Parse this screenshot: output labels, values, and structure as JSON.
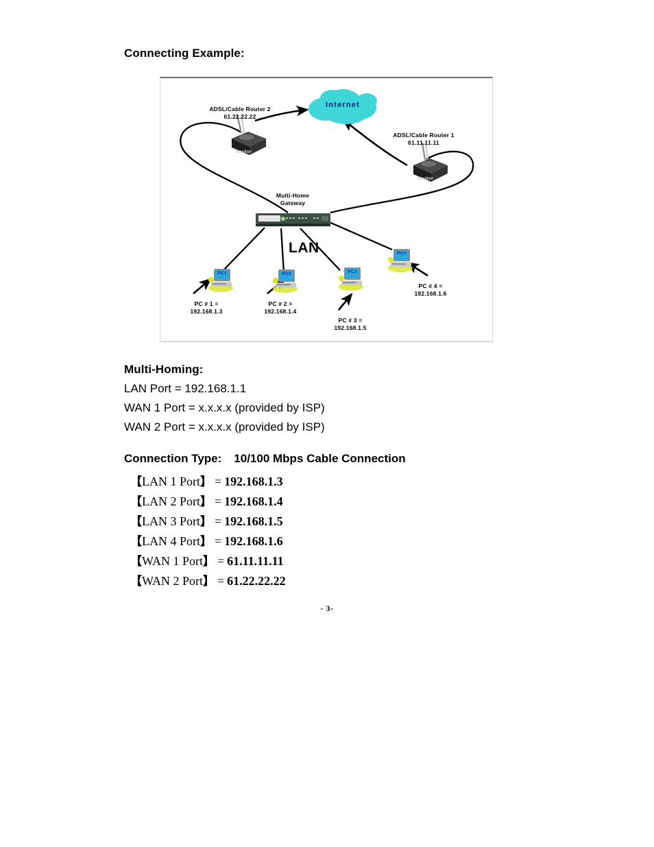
{
  "page": {
    "connecting_heading": "Connecting Example:",
    "page_number": "- 3-"
  },
  "diagram": {
    "internet_label": "Internet",
    "lan_label": "LAN",
    "router2": {
      "name": "ADSL/Cable  Router 2",
      "ip": "61.22.22.22"
    },
    "router1": {
      "name": "ADSL/Cable  Router 1",
      "ip": "61.11.11.11"
    },
    "gateway": {
      "line1": "Multi-Home",
      "line2": "Gateway"
    },
    "pcs": [
      {
        "icon_label": "PC1",
        "caption_line1": "PC # 1 =",
        "caption_line2": "192.168.1.3"
      },
      {
        "icon_label": "PC2",
        "caption_line1": "PC # 2 =",
        "caption_line2": "192.168.1.4"
      },
      {
        "icon_label": "PC3",
        "caption_line1": "PC # 3 =",
        "caption_line2": "192.168.1.5"
      },
      {
        "icon_label": "PC4",
        "caption_line1": "PC # 4 =",
        "caption_line2": "192.168.1.6"
      }
    ],
    "colors": {
      "cloud_fill": "#3ed6d8",
      "cloud_text": "#10307a",
      "pc_screen": "#29a8e0",
      "pc_glow": "#d8e62c",
      "gateway_body": "#3d4f46",
      "router_body": "#2b2b2b",
      "line": "#000000"
    }
  },
  "multi_homing": {
    "heading": "Multi-Homing:",
    "lan_port": "LAN Port = 192.168.1.1",
    "wan1_port": "WAN 1 Port = x.x.x.x (provided by ISP)",
    "wan2_port": "WAN 2 Port = x.x.x.x (provided by ISP)"
  },
  "connection_type": {
    "label": "Connection Type:",
    "value": "10/100 Mbps Cable Connection",
    "bracket_open": "【",
    "bracket_close": "】",
    "equals": "=",
    "ports": [
      {
        "name": "LAN 1 Port",
        "value": "192.168.1.3"
      },
      {
        "name": "LAN 2 Port",
        "value": "192.168.1.4"
      },
      {
        "name": "LAN 3 Port",
        "value": "192.168.1.5"
      },
      {
        "name": "LAN 4 Port",
        "value": "192.168.1.6"
      },
      {
        "name": "WAN 1 Port",
        "value": "61.11.11.11"
      },
      {
        "name": "WAN 2 Port",
        "value": "61.22.22.22"
      }
    ]
  }
}
